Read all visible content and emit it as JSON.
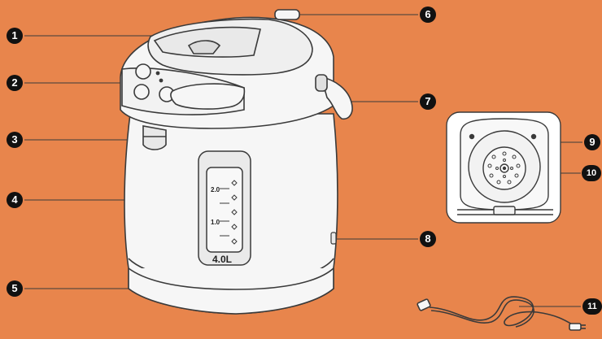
{
  "diagram": {
    "capacity_label": "4.0L",
    "gauge_marks": [
      "2.0",
      "1.0"
    ],
    "callouts": [
      "1",
      "2",
      "3",
      "4",
      "5",
      "6",
      "7",
      "8",
      "9",
      "10",
      "11"
    ]
  },
  "colors": {
    "background": "#E8854C",
    "line": "#3a3a3a",
    "fill": "#F6F6F6",
    "callout": "#111111"
  }
}
